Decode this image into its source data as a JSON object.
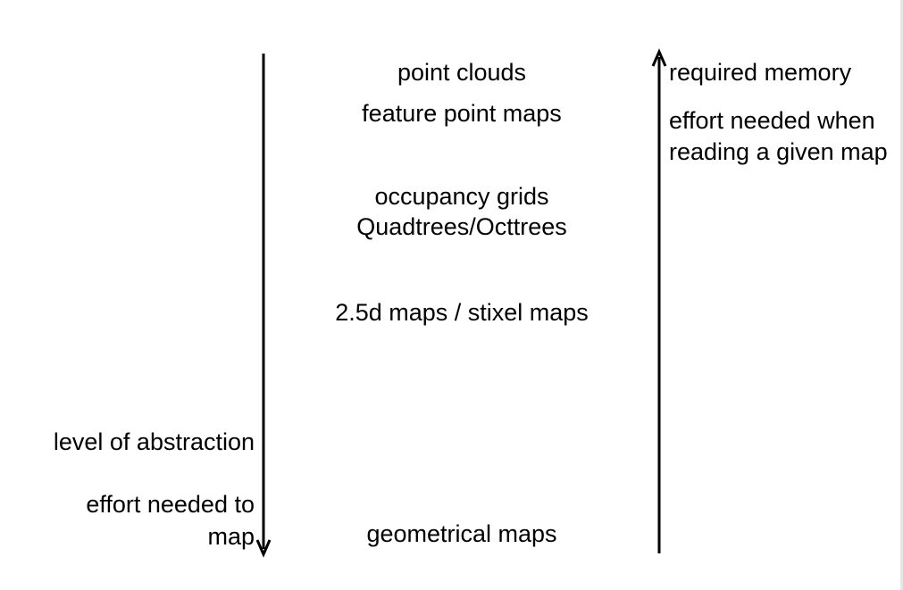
{
  "map_types": [
    "point clouds",
    "feature point maps",
    "occupancy grids",
    "Quadtrees/Octtrees",
    "2.5d maps / stixel maps",
    "geometrical maps"
  ],
  "left_axis": {
    "direction": "down",
    "labels": [
      "level of abstraction",
      "effort needed to",
      "map"
    ]
  },
  "right_axis": {
    "direction": "up",
    "labels": [
      "required memory",
      "effort needed when reading a given map"
    ]
  },
  "colors": {
    "background": "#ffffff",
    "ink": "#000000"
  }
}
